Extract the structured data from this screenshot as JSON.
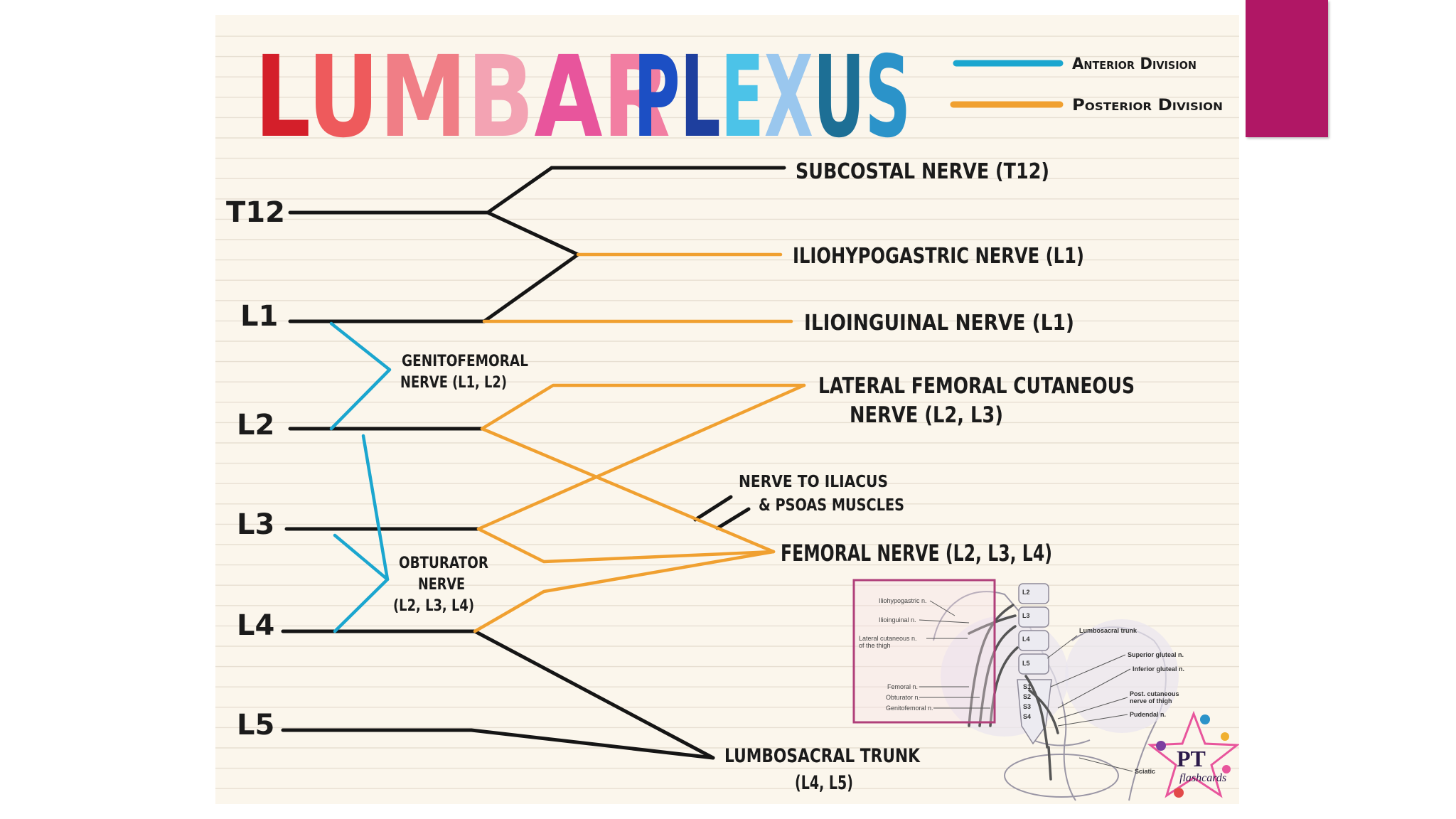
{
  "title": {
    "word1": "LUMBAR",
    "word2": "PLEXUS",
    "word1_colors": [
      "#d41f2a",
      "#ee5a5c",
      "#f07e86",
      "#f3a3b3",
      "#e8559c",
      "#f27ea2"
    ],
    "word2_colors": [
      "#1c4fc4",
      "#1e3f9e",
      "#4cc3e8",
      "#9ac7ee",
      "#1d6f95",
      "#2b93c9"
    ]
  },
  "legend": {
    "anterior_label": "Anterior Division",
    "anterior_color": "#1ba6cf",
    "posterior_label": "Posterior Division",
    "posterior_color": "#f0a030"
  },
  "roots": [
    "T12",
    "L1",
    "L2",
    "L3",
    "L4",
    "L5"
  ],
  "nerves": {
    "subcostal": "SUBCOSTAL NERVE (T12)",
    "iliohypogastric": "ILIOHYPOGASTRIC NERVE (L1)",
    "ilioinguinal": "ILIOINGUINAL NERVE (L1)",
    "lateral_femoral_cutaneous_line1": "LATERAL FEMORAL CUTANEOUS",
    "lateral_femoral_cutaneous_line2": "NERVE (L2, L3)",
    "genitofemoral_line1": "GENITOFEMORAL",
    "genitofemoral_line2": "NERVE (L1, L2)",
    "iliacus_line1": "NERVE TO ILIACUS",
    "iliacus_line2": "& PSOAS MUSCLES",
    "femoral": "FEMORAL NERVE (L2, L3, L4)",
    "obturator_line1": "OBTURATOR",
    "obturator_line2": "NERVE",
    "obturator_line3": "(L2, L3, L4)",
    "lumbosacral_line1": "LUMBOSACRAL TRUNK",
    "lumbosacral_line2": "(L4, L5)"
  },
  "anatomy_inset": {
    "left_labels": [
      "Iliohypogastric n.",
      "Ilioinguinal n.",
      "Lateral cutaneous n.",
      "of the thigh",
      "Femoral n.",
      "Obturator n.",
      "Genitofemoral n."
    ],
    "vertebrae": [
      "L2",
      "L3",
      "L4",
      "L5",
      "S1",
      "S2",
      "S3",
      "S4"
    ],
    "right_labels": [
      "Lumbosacral trunk",
      "Superior gluteal n.",
      "Inferior gluteal n.",
      "Post. cutaneous",
      "nerve of thigh",
      "Pudendal n.",
      "Sciatic"
    ]
  },
  "logo": {
    "text1": "PT",
    "text2": "flashcards"
  },
  "colors": {
    "paper": "#fbf6ec",
    "ruling": "#e7dfd2",
    "ink": "#151515",
    "slide_accent": "#b01765",
    "inset_frame": "#b0407a"
  }
}
